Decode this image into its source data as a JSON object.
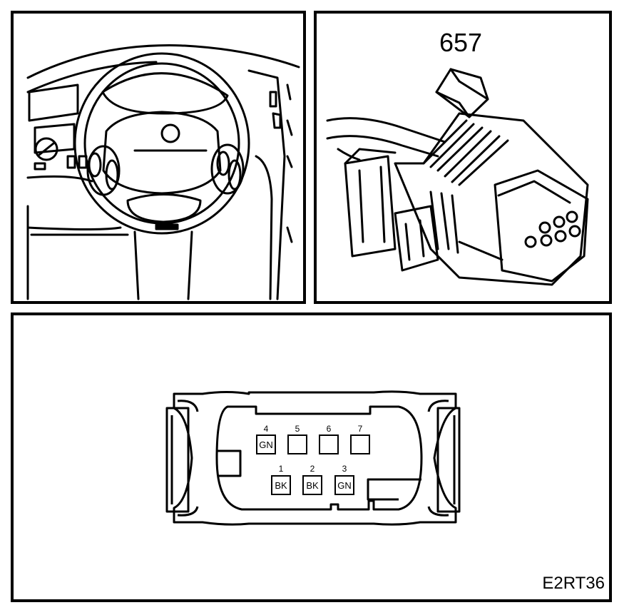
{
  "connector_label": "657",
  "figure_code": "E2RT36",
  "pins": [
    {
      "number": "4",
      "color": "GN"
    },
    {
      "number": "5",
      "color": ""
    },
    {
      "number": "6",
      "color": ""
    },
    {
      "number": "7",
      "color": ""
    },
    {
      "number": "1",
      "color": "BK"
    },
    {
      "number": "2",
      "color": "BK"
    },
    {
      "number": "3",
      "color": "GN"
    }
  ]
}
